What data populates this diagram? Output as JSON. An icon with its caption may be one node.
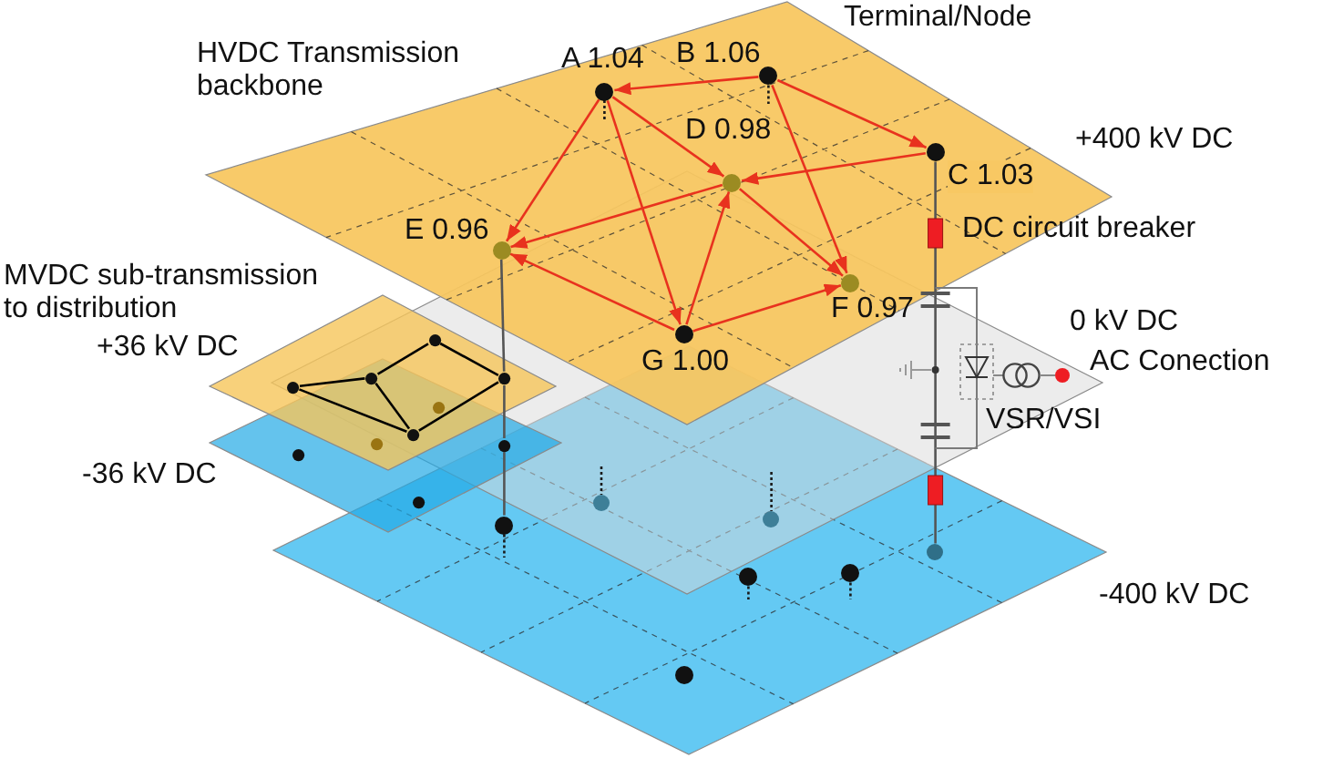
{
  "diagram": {
    "nodes": [
      {
        "text": [],
        "shape": "circle",
        "beside": [
          "A 1.04"
        ]
      },
      {
        "text": [],
        "shape": "circle",
        "beside": [
          "B 1.06"
        ]
      },
      {
        "text": [],
        "shape": "circle",
        "beside": [
          "C 1.03"
        ]
      },
      {
        "text": [],
        "shape": "circle",
        "beside": [
          "D 0.98"
        ]
      },
      {
        "text": [],
        "shape": "circle",
        "beside": [
          "E 0.96"
        ]
      },
      {
        "text": [],
        "shape": "circle",
        "beside": [
          "F 0.97"
        ]
      },
      {
        "text": [],
        "shape": "circle",
        "beside": [
          "G 1.00"
        ]
      },
      {
        "text": [],
        "shape": "circle"
      },
      {
        "text": [],
        "shape": "circle"
      },
      {
        "text": [],
        "shape": "circle"
      },
      {
        "text": [],
        "shape": "circle"
      },
      {
        "text": [],
        "shape": "circle"
      },
      {
        "text": [],
        "shape": "circle"
      },
      {
        "text": [],
        "shape": "circle"
      },
      {
        "text": [],
        "shape": "circle"
      },
      {
        "text": [],
        "shape": "circle"
      },
      {
        "text": [],
        "shape": "circle"
      },
      {
        "text": [],
        "shape": "circle"
      },
      {
        "text": [],
        "shape": "circle"
      },
      {
        "text": [],
        "shape": "circle"
      },
      {
        "text": [],
        "shape": "circle"
      },
      {
        "text": [],
        "shape": "circle"
      },
      {
        "text": [],
        "shape": "circle"
      },
      {
        "text": [],
        "shape": "circle"
      }
    ],
    "edges": [
      {
        "from": 1,
        "to": 0,
        "arrow": "to"
      },
      {
        "from": 1,
        "to": 2,
        "arrow": "to"
      },
      {
        "from": 0,
        "to": 4,
        "arrow": "to"
      },
      {
        "from": 0,
        "to": 3,
        "arrow": "to"
      },
      {
        "from": 0,
        "to": 6,
        "arrow": "to"
      },
      {
        "from": 2,
        "to": 3,
        "arrow": "to"
      },
      {
        "from": 1,
        "to": 5,
        "arrow": "to"
      },
      {
        "from": 3,
        "to": 4,
        "arrow": "to"
      },
      {
        "from": 3,
        "to": 5,
        "arrow": "to"
      },
      {
        "from": 6,
        "to": 3,
        "arrow": "to"
      },
      {
        "from": 6,
        "to": 4,
        "arrow": "to"
      },
      {
        "from": 6,
        "to": 5,
        "arrow": "to"
      },
      {
        "from": 10,
        "to": 8,
        "arrow": "none",
        "color": "#000000"
      },
      {
        "from": 8,
        "to": 7,
        "arrow": "none",
        "color": "#000000"
      },
      {
        "from": 7,
        "to": 9,
        "arrow": "none",
        "color": "#000000"
      },
      {
        "from": 9,
        "to": 12,
        "arrow": "none",
        "color": "#000000"
      },
      {
        "from": 12,
        "to": 10,
        "arrow": "none",
        "color": "#000000"
      },
      {
        "from": 8,
        "to": 12,
        "arrow": "none",
        "color": "#000000"
      },
      {
        "from": 4,
        "to": 9,
        "arrow": "none",
        "color": "#555555"
      },
      {
        "from": 9,
        "to": 14,
        "arrow": "none",
        "color": "#555555"
      },
      {
        "from": 14,
        "to": 19,
        "arrow": "none",
        "color": "#555555"
      },
      {
        "from": 2,
        "to": 20,
        "arrow": "none",
        "color": "#555555"
      }
    ],
    "labels": [
      "Terminal/Node",
      "HVDC Transmission backbone",
      "+400 kV DC",
      "DC circuit breaker",
      "MVDC sub-transmission to distribution",
      "0 kV DC",
      "+36 kV DC",
      "AC Conection",
      "VSR/VSI",
      "-36 kV DC",
      "-400 kV DC"
    ]
  }
}
